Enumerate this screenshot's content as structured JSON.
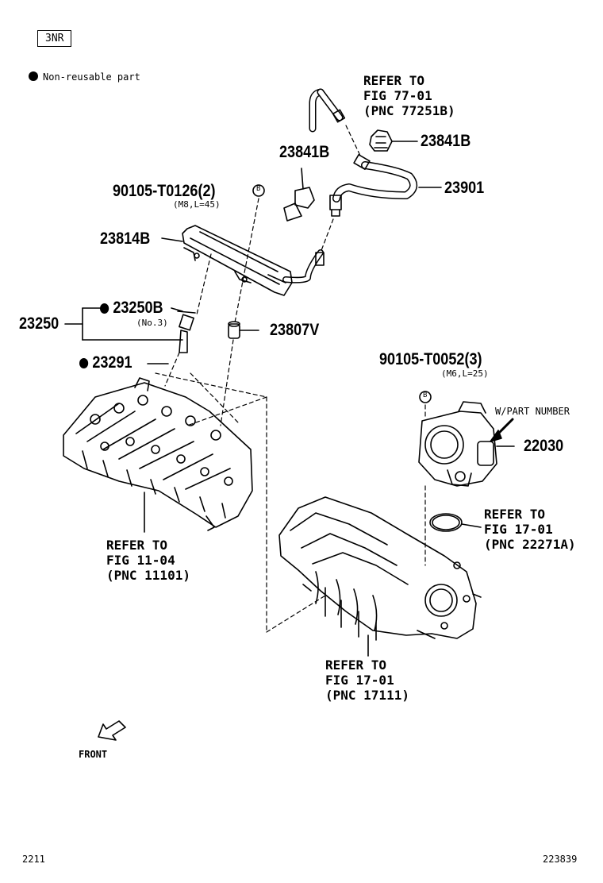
{
  "engine_code": "3NR",
  "legend": {
    "text": "Non-reusable part"
  },
  "labels": {
    "p23841b_top": "23841B",
    "p23841b_left": "23841B",
    "p23901": "23901",
    "bolt1": "90105-T0126(2)",
    "bolt1_spec": "(M8,L=45)",
    "bolt1_mark": "B",
    "p23814b": "23814B",
    "p23250b": "23250B",
    "p23250b_note": "(No.3)",
    "p23250": "23250",
    "p23807v": "23807V",
    "p23291": "23291",
    "bolt2": "90105-T0052(3)",
    "bolt2_spec": "(M6,L=25)",
    "bolt2_mark": "B",
    "wpart": "W/PART NUMBER",
    "p22030": "22030",
    "front": "FRONT"
  },
  "refs": {
    "fig77": [
      "REFER TO",
      "FIG 77-01",
      "(PNC 77251B)"
    ],
    "fig11": [
      "REFER TO",
      "FIG 11-04",
      "(PNC 11101)"
    ],
    "fig17a": [
      "REFER TO",
      "FIG 17-01",
      "(PNC 22271A)"
    ],
    "fig17b": [
      "REFER TO",
      "FIG 17-01",
      "(PNC 17111)"
    ]
  },
  "footer": {
    "left": "2211",
    "right": "223839"
  }
}
